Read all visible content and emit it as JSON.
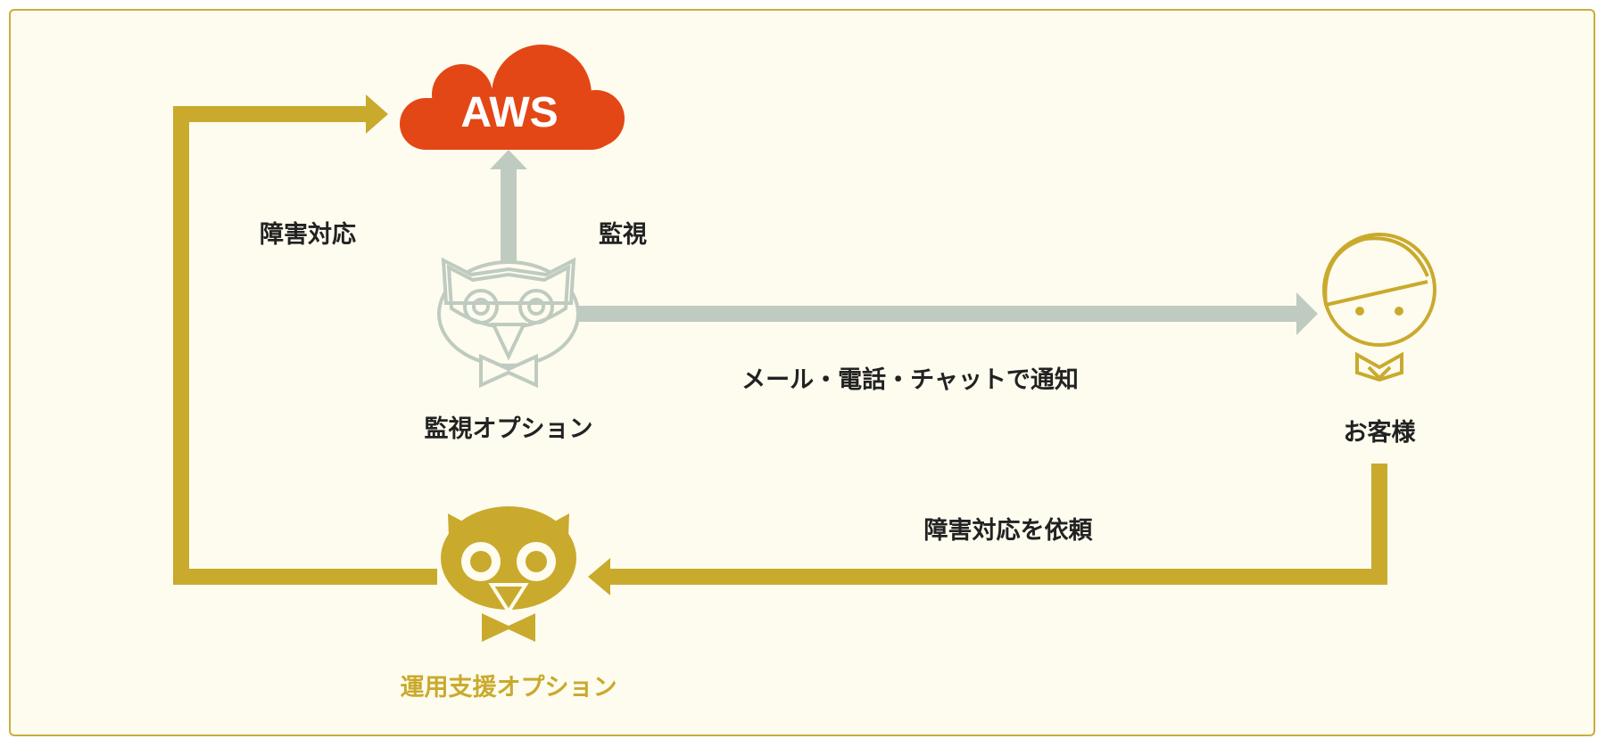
{
  "colors": {
    "background": "#fefcef",
    "border": "#c9ad3d",
    "gold": "#c9aa2d",
    "gray_green": "#bfcbc0",
    "aws_orange": "#e34716",
    "text_dark": "#222222",
    "text_gold": "#c9aa2d"
  },
  "nodes": {
    "aws": {
      "label": "AWS",
      "icon": "cloud-icon"
    },
    "monitoring": {
      "label": "監視オプション",
      "icon": "owl-outline-icon"
    },
    "customer": {
      "label": "お客様",
      "icon": "person-icon"
    },
    "operations": {
      "label": "運用支援オプション",
      "icon": "owl-solid-icon"
    }
  },
  "edges": {
    "monitor": "監視",
    "notify": "メール・電話・チャットで通知",
    "request": "障害対応を依頼",
    "incident": "障害対応"
  }
}
